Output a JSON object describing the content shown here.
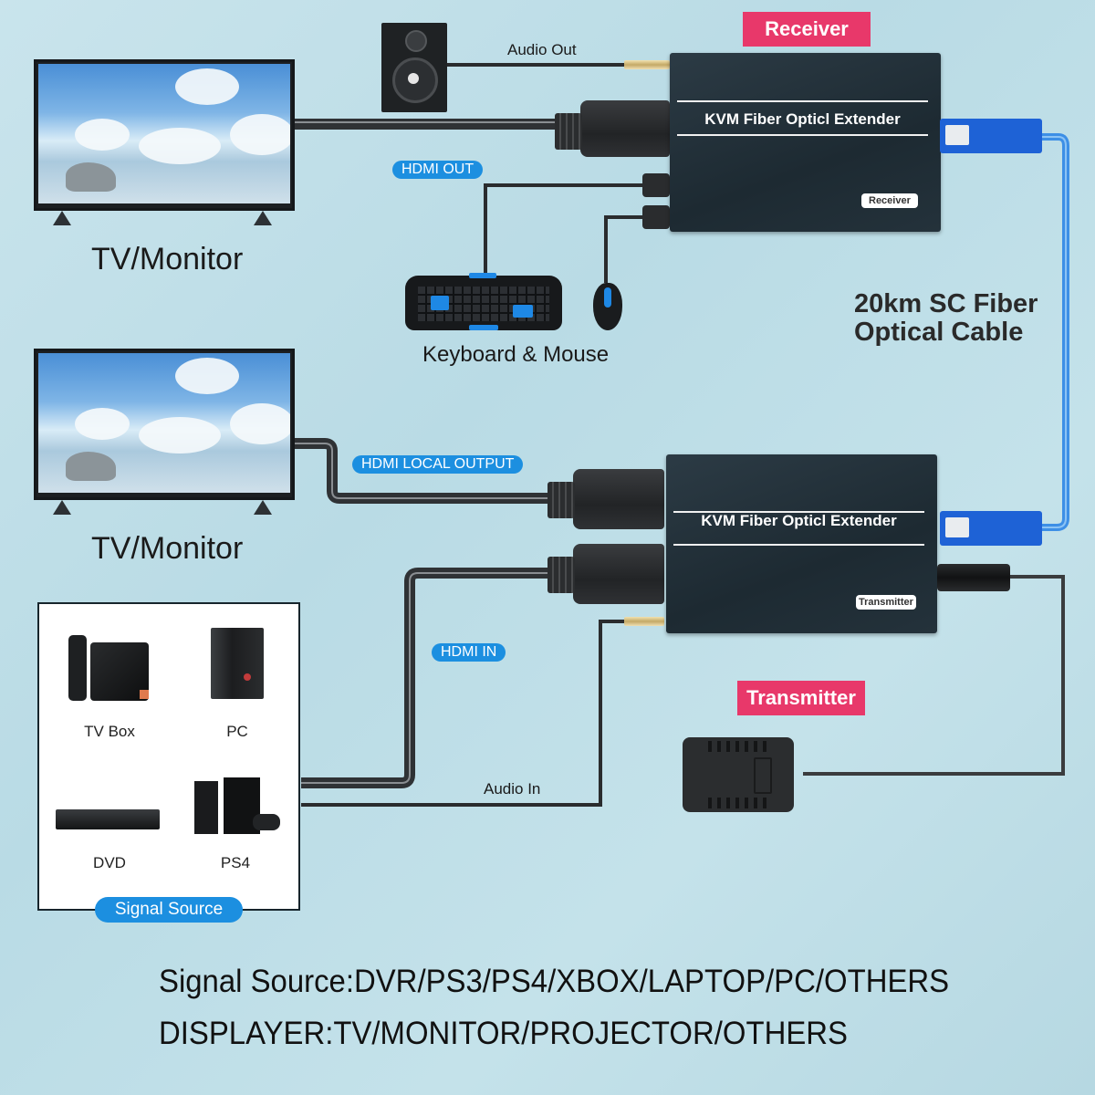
{
  "receiver": {
    "badge": "Receiver",
    "device_title": "KVM Fiber Opticl Extender",
    "device_tag": "Receiver"
  },
  "transmitter": {
    "badge": "Transmitter",
    "device_title": "KVM Fiber Opticl Extender",
    "device_tag": "Transmitter"
  },
  "labels": {
    "audio_out": "Audio Out",
    "audio_in": "Audio In",
    "hdmi_out": "HDMI OUT",
    "hdmi_local_output": "HDMI LOCAL OUTPUT",
    "hdmi_in": "HDMI IN",
    "keyboard_mouse": "Keyboard & Mouse",
    "fiber_cable_line1": "20km SC Fiber",
    "fiber_cable_line2": "Optical Cable"
  },
  "displays": [
    {
      "label": "TV/Monitor"
    },
    {
      "label": "TV/Monitor"
    }
  ],
  "signal_source": {
    "title": "Signal Source",
    "devices": [
      {
        "label": "TV Box",
        "icon": "tv-box-icon"
      },
      {
        "label": "PC",
        "icon": "pc-tower-icon"
      },
      {
        "label": "DVD",
        "icon": "dvd-player-icon"
      },
      {
        "label": "PS4",
        "icon": "game-console-icon"
      }
    ]
  },
  "footer": {
    "line1": "Signal Source:DVR/PS3/PS4/XBOX/LAPTOP/PC/OTHERS",
    "line2": "DISPLAYER:TV/MONITOR/PROJECTOR/OTHERS"
  },
  "colors": {
    "badge": "#e8386a",
    "bubble": "#1c8fe0",
    "fiber": "#3d8fe6",
    "device_body": "#22313a"
  }
}
